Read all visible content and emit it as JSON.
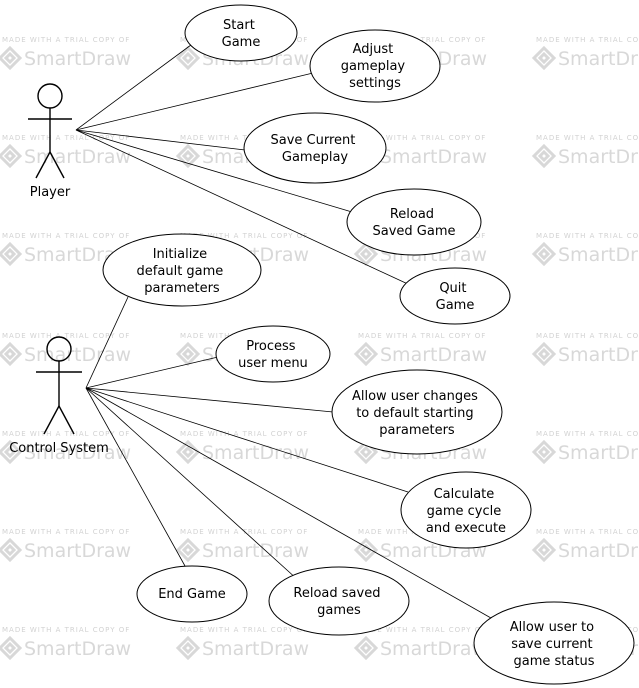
{
  "watermark": {
    "small": "MADE WITH A TRIAL COPY OF",
    "big": "SmartDraw"
  },
  "actors": {
    "player": {
      "label": "Player"
    },
    "control": {
      "label": "Control System"
    }
  },
  "use_cases": {
    "start_game": [
      "Start",
      "Game"
    ],
    "adjust_settings": [
      "Adjust",
      "gameplay",
      "settings"
    ],
    "save_current": [
      "Save Current",
      "Gameplay"
    ],
    "reload_saved_game": [
      "Reload",
      "Saved Game"
    ],
    "quit_game": [
      "Quit",
      "Game"
    ],
    "initialize_defaults": [
      "Initialize",
      "default game",
      "parameters"
    ],
    "process_menu": [
      "Process",
      "user menu"
    ],
    "allow_changes": [
      "Allow user changes",
      "to default starting",
      "parameters"
    ],
    "calculate_cycle": [
      "Calculate",
      "game cycle",
      "and execute"
    ],
    "end_game": [
      "End Game"
    ],
    "reload_saved_games": [
      "Reload saved",
      "games"
    ],
    "save_status": [
      "Allow user to",
      "save current",
      "game status"
    ]
  }
}
